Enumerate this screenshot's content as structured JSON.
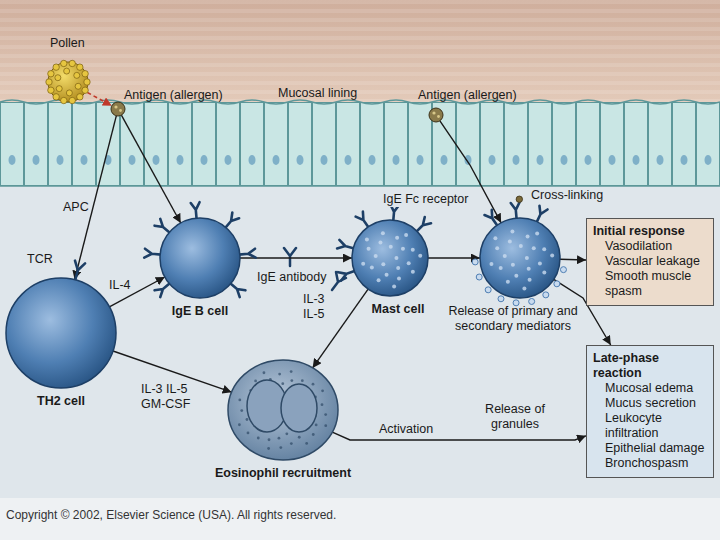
{
  "diagram": {
    "nodes": [
      {
        "text": [
          "Pollen"
        ]
      },
      {
        "text": [
          "Antigen (allergen)"
        ]
      },
      {
        "text": [
          "Antigen (allergen)"
        ]
      },
      {
        "text": [
          "TH2 cell"
        ]
      },
      {
        "text": [
          "IgE B cell"
        ]
      },
      {
        "text": [
          "Mast cell"
        ]
      },
      {
        "text": [
          "Release of primary and secondary mediators"
        ]
      },
      {
        "text": [
          "Initial response",
          "Vasodilation Vascular leakage Smooth muscle spasm"
        ]
      },
      {
        "text": [
          "Late-phase reaction",
          "Mucosal edema Mucus secretion Leukocyte infiltration Epithelial damage Bronchospasm"
        ]
      },
      {
        "text": [
          "Eosinophil recruitment"
        ]
      }
    ],
    "edges": [
      {
        "from": 0,
        "to": 1,
        "arrow": "to"
      },
      {
        "from": 1,
        "to": 4,
        "arrow": "to"
      },
      {
        "from": 1,
        "to": 3,
        "label": "APC",
        "arrow": "to"
      },
      {
        "from": 3,
        "to": 4,
        "label": "IL-4",
        "arrow": "to"
      },
      {
        "from": 4,
        "to": 5,
        "label": "IgE antibody",
        "arrow": "to"
      },
      {
        "from": 5,
        "to": 6,
        "arrow": "to"
      },
      {
        "from": 2,
        "to": 6,
        "label": "Cross-linking",
        "arrow": "to"
      },
      {
        "from": 6,
        "to": 7,
        "arrow": "to"
      },
      {
        "from": 6,
        "to": 8,
        "arrow": "to"
      },
      {
        "from": 5,
        "to": 9,
        "label": "IL-3 IL-5",
        "arrow": "to"
      },
      {
        "from": 3,
        "to": 9,
        "label": "IL-3 IL-5 GM-CSF",
        "arrow": "to"
      },
      {
        "from": 9,
        "to": 8,
        "label": "Activation",
        "arrow": "to"
      }
    ],
    "labels": [
      "Mucosal lining",
      "TCR",
      "IgE Fc receptor",
      "Release of granules",
      "Copyright © 2002, Elsevier Science (USA). All rights reserved."
    ]
  }
}
